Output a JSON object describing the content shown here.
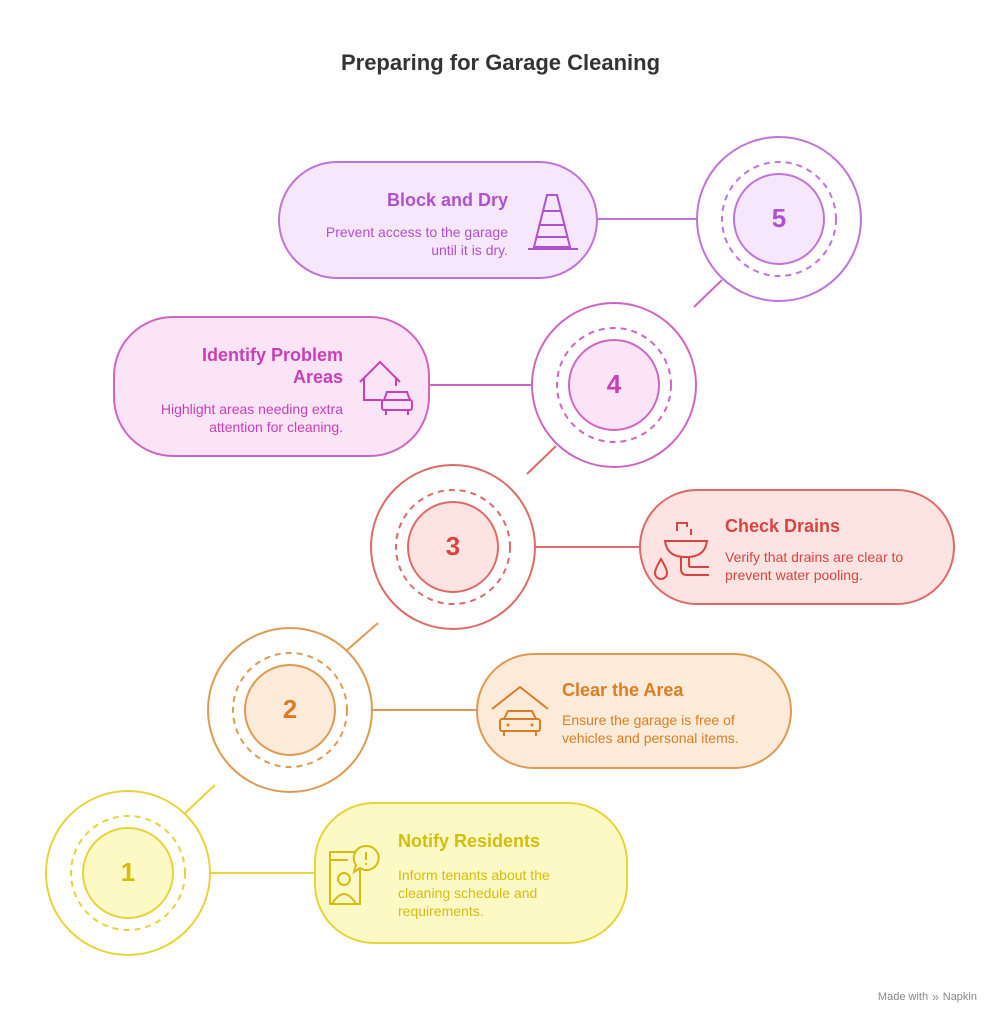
{
  "title": "Preparing for Garage Cleaning",
  "steps": [
    {
      "number": "1",
      "title": "Notify Residents",
      "description": "Inform tenants about the cleaning schedule and requirements.",
      "icon": "notification-person-icon",
      "color": "#e6d43a",
      "fill": "#fdf9c4",
      "text_color": "#d4bd0f"
    },
    {
      "number": "2",
      "title": "Clear the Area",
      "description": "Ensure the garage is free of vehicles and personal items.",
      "icon": "garage-car-icon",
      "color": "#df9a52",
      "fill": "#fdebd9",
      "text_color": "#db7d24"
    },
    {
      "number": "3",
      "title": "Check Drains",
      "description": "Verify that drains are clear to prevent water pooling.",
      "icon": "sink-drain-icon",
      "color": "#dd6a66",
      "fill": "#fde4e3",
      "text_color": "#d8443f"
    },
    {
      "number": "4",
      "title": "Identify Problem Areas",
      "description": "Highlight areas needing extra attention for cleaning.",
      "icon": "house-car-icon",
      "color": "#cf65c3",
      "fill": "#fce4f7",
      "text_color": "#c83fb6"
    },
    {
      "number": "5",
      "title": "Block and Dry",
      "description": "Prevent access to the garage until it is dry.",
      "icon": "traffic-cone-icon",
      "color": "#bf74d9",
      "fill": "#f7e7fc",
      "text_color": "#ae52cf"
    }
  ],
  "footer": {
    "prefix": "Made with",
    "brand": "Napkin"
  }
}
